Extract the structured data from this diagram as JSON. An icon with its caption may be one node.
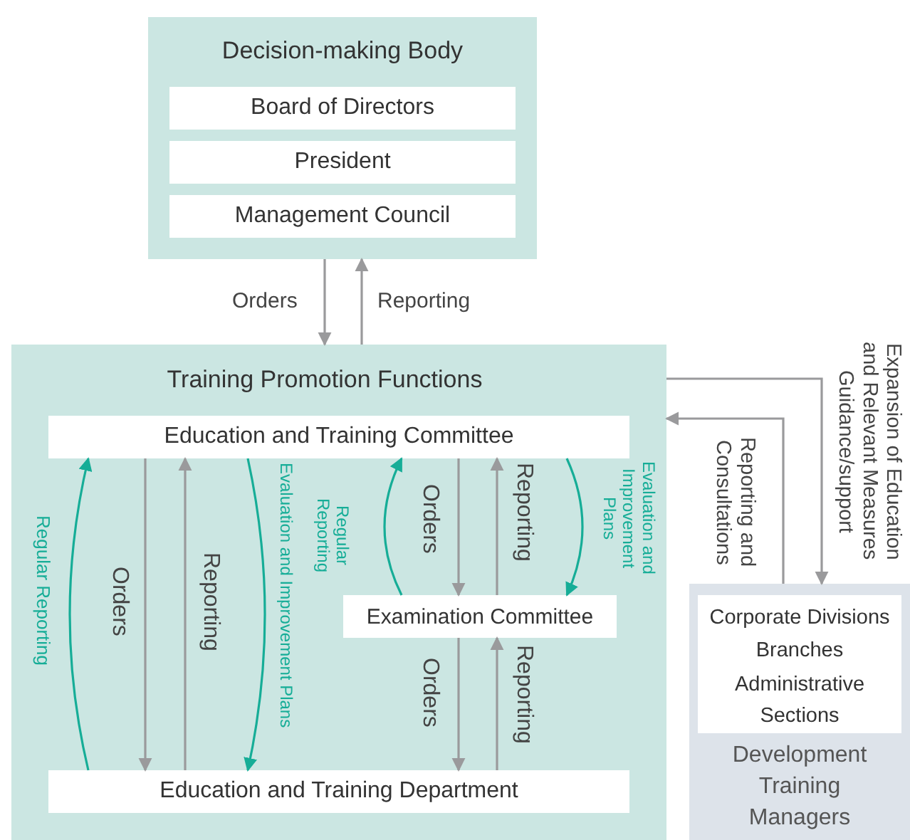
{
  "diagram": {
    "nodes": [
      {
        "text": [
          "Decision-making Body"
        ]
      },
      {
        "text": [
          "Board of Directors"
        ],
        "in": 0
      },
      {
        "text": [
          "President"
        ],
        "in": 0
      },
      {
        "text": [
          "Management Council"
        ],
        "in": 0
      },
      {
        "text": [
          "Training Promotion Functions"
        ]
      },
      {
        "text": [
          "Education and Training Committee"
        ],
        "in": 4
      },
      {
        "text": [
          "Examination Committee"
        ],
        "in": 4
      },
      {
        "text": [
          "Education and Training Department"
        ],
        "in": 4
      },
      {
        "text": [
          "Development Training Managers"
        ]
      },
      {
        "text": [
          "Corporate Divisions",
          "Branches",
          "Administrative Sections"
        ],
        "in": 8
      }
    ],
    "edges": [
      {
        "from": 0,
        "to": 4,
        "arrow": "to",
        "label": "Orders"
      },
      {
        "from": 4,
        "to": 0,
        "arrow": "to",
        "label": "Reporting"
      },
      {
        "from": 5,
        "to": 7,
        "arrow": "to",
        "label": "Orders"
      },
      {
        "from": 7,
        "to": 5,
        "arrow": "to",
        "label": "Reporting"
      },
      {
        "from": 7,
        "to": 5,
        "arrow": "to",
        "label": "Regular Reporting",
        "color": "#16ad97"
      },
      {
        "from": 5,
        "to": 7,
        "arrow": "to",
        "label": "Evaluation and Improvement Plans",
        "color": "#16ad97"
      },
      {
        "from": 5,
        "to": 6,
        "arrow": "to",
        "label": "Orders"
      },
      {
        "from": 6,
        "to": 5,
        "arrow": "to",
        "label": "Reporting"
      },
      {
        "from": 6,
        "to": 5,
        "arrow": "to",
        "label": "Regular Reporting",
        "color": "#16ad97"
      },
      {
        "from": 5,
        "to": 6,
        "arrow": "to",
        "label": "Evaluation and Improvement Plans",
        "color": "#16ad97"
      },
      {
        "from": 6,
        "to": 7,
        "arrow": "to",
        "label": "Orders"
      },
      {
        "from": 7,
        "to": 6,
        "arrow": "to",
        "label": "Reporting"
      },
      {
        "from": 4,
        "to": 8,
        "arrow": "to",
        "label": "Expansion of Education and Relevant Measures Guidance/support"
      },
      {
        "from": 8,
        "to": 4,
        "arrow": "to",
        "label": "Reporting and Consultations"
      }
    ]
  }
}
